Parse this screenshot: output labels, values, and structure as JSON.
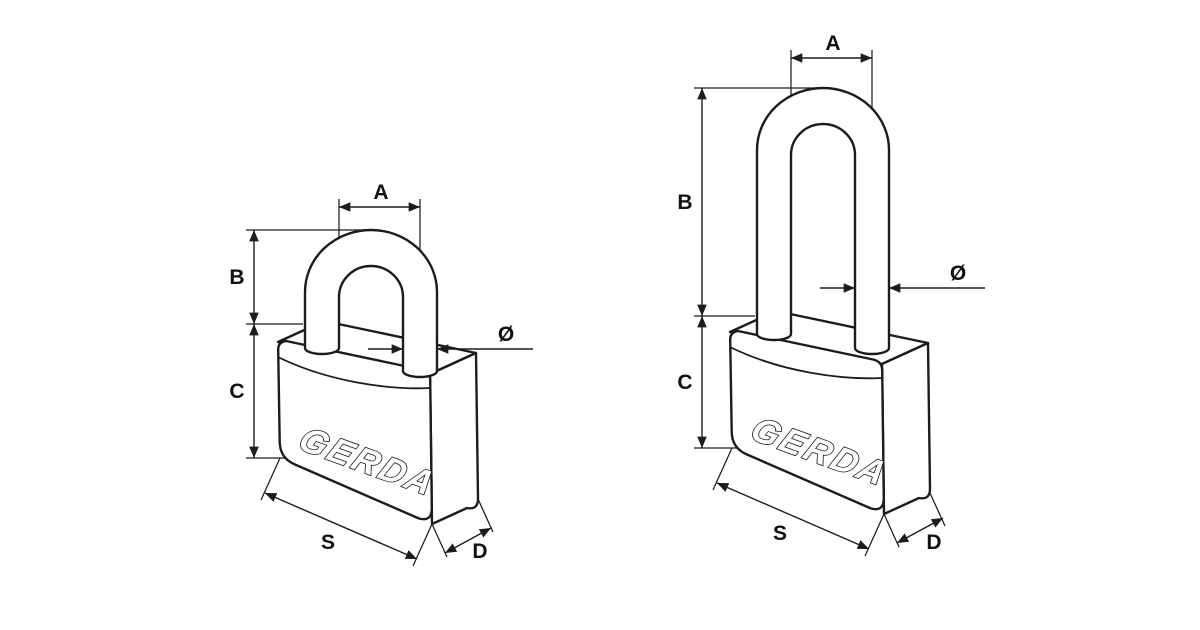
{
  "canvas": {
    "background": "#ffffff",
    "ink": "#1c1c1e"
  },
  "locks": [
    {
      "variant": "standard-shackle",
      "brand": "GERDA",
      "labels": {
        "a": "A",
        "b": "B",
        "c": "C",
        "d": "D",
        "s": "S",
        "diameter": "Ø"
      }
    },
    {
      "variant": "long-shackle",
      "brand": "GERDA",
      "labels": {
        "a": "A",
        "b": "B",
        "c": "C",
        "d": "D",
        "s": "S",
        "diameter": "Ø"
      }
    }
  ]
}
